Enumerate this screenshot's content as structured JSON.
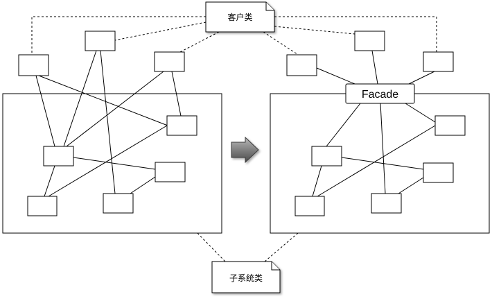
{
  "notes": {
    "client": "客户类",
    "subsystem": "子系统类"
  },
  "facade": {
    "label": "Facade"
  },
  "colors": {
    "arrow_top": "#a9a9a9",
    "arrow_bottom": "#555555"
  }
}
